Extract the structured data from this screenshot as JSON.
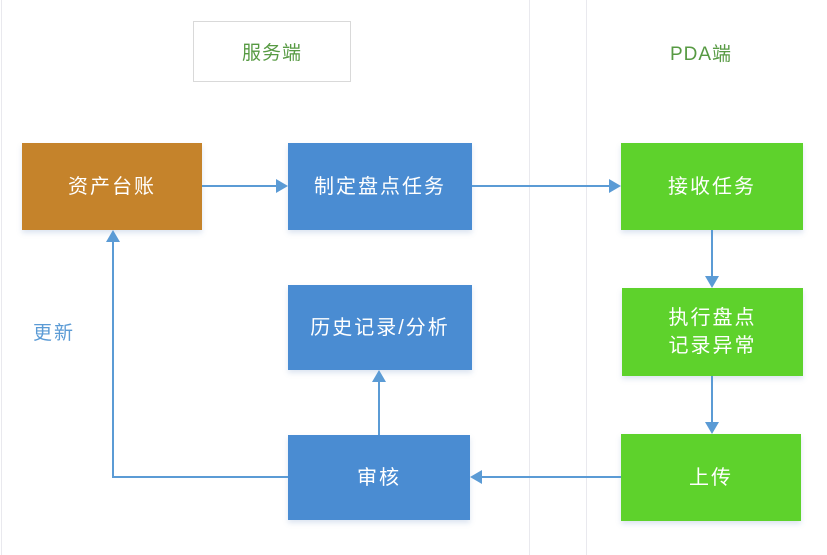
{
  "colors": {
    "node-orange": "#c5832b",
    "node-blue": "#4a8cd2",
    "node-green": "#5ed22c",
    "arrow-blue": "#5b9bd5",
    "lane-green": "#579a43",
    "divider-gray": "#e9e9ee",
    "lane-box-border": "#d9d9d9"
  },
  "lanes": {
    "server": {
      "label": "服务端"
    },
    "pda": {
      "label": "PDA端"
    }
  },
  "nodes": {
    "asset_ledger": {
      "label": "资产台账"
    },
    "create_task": {
      "label": "制定盘点任务"
    },
    "history": {
      "label": "历史记录/分析"
    },
    "audit": {
      "label": "审核"
    },
    "receive_task": {
      "label": "接收任务"
    },
    "execute": {
      "label": "执行盘点\n记录异常"
    },
    "upload": {
      "label": "上传"
    }
  },
  "edge_labels": {
    "update": {
      "label": "更新"
    }
  }
}
